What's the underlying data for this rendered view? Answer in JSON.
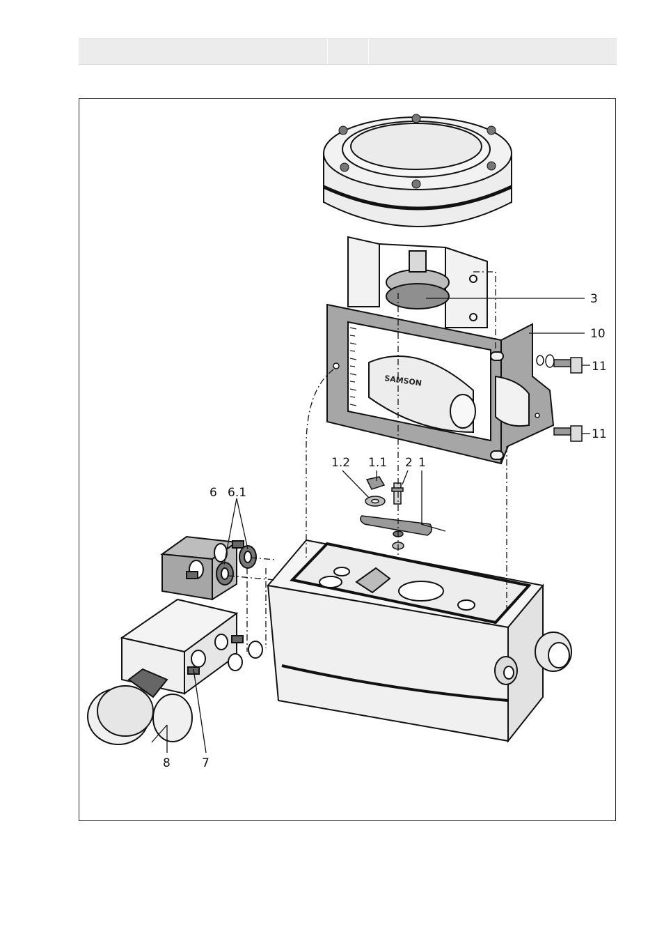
{
  "header": {
    "cell1": "",
    "cell2": "",
    "cell3": ""
  },
  "callouts": {
    "c3": "3",
    "c10": "10",
    "c11a": "11",
    "c11b": "11",
    "c1_2": "1.2",
    "c1_1": "1.1",
    "c2": "2",
    "c1": "1",
    "c6": "6",
    "c6_1": "6.1",
    "c8": "8",
    "c7": "7"
  },
  "logo_text": "SAMSON",
  "colors": {
    "bracket": "#a6a6a6",
    "ink": "#111111",
    "light": "#efefef",
    "mid": "#d2d2d2"
  }
}
